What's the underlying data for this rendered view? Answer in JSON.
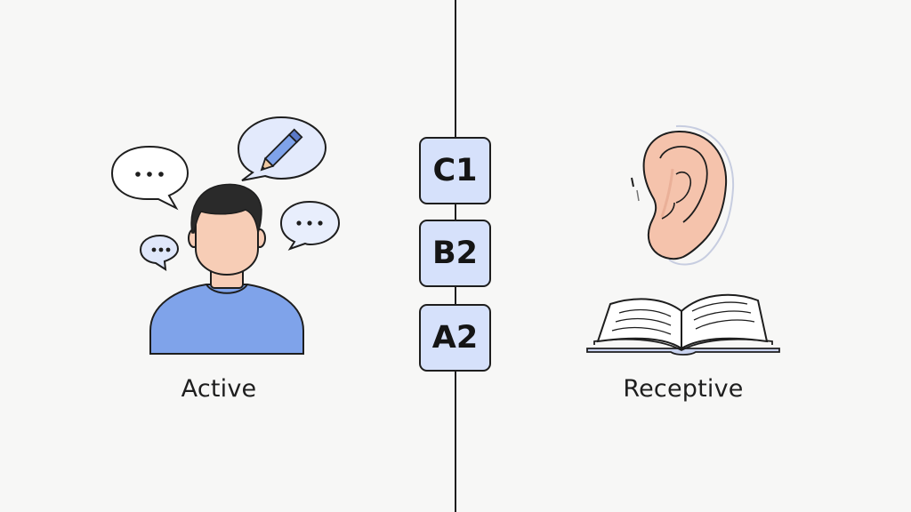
{
  "labels": {
    "left": "Active",
    "right": "Receptive"
  },
  "levels": [
    "C1",
    "B2",
    "A2"
  ],
  "colors": {
    "level_fill": "#d6e1fb",
    "shirt": "#7fa3ea",
    "skin": "#f7cdb6",
    "hair": "#2a2a2a",
    "outline": "#1e1e1e",
    "background": "#f7f7f6"
  },
  "icons": {
    "person": "person-icon",
    "ear": "ear-icon",
    "book": "open-book-icon",
    "pencil": "pencil-icon",
    "speech": "speech-bubble-icon"
  }
}
